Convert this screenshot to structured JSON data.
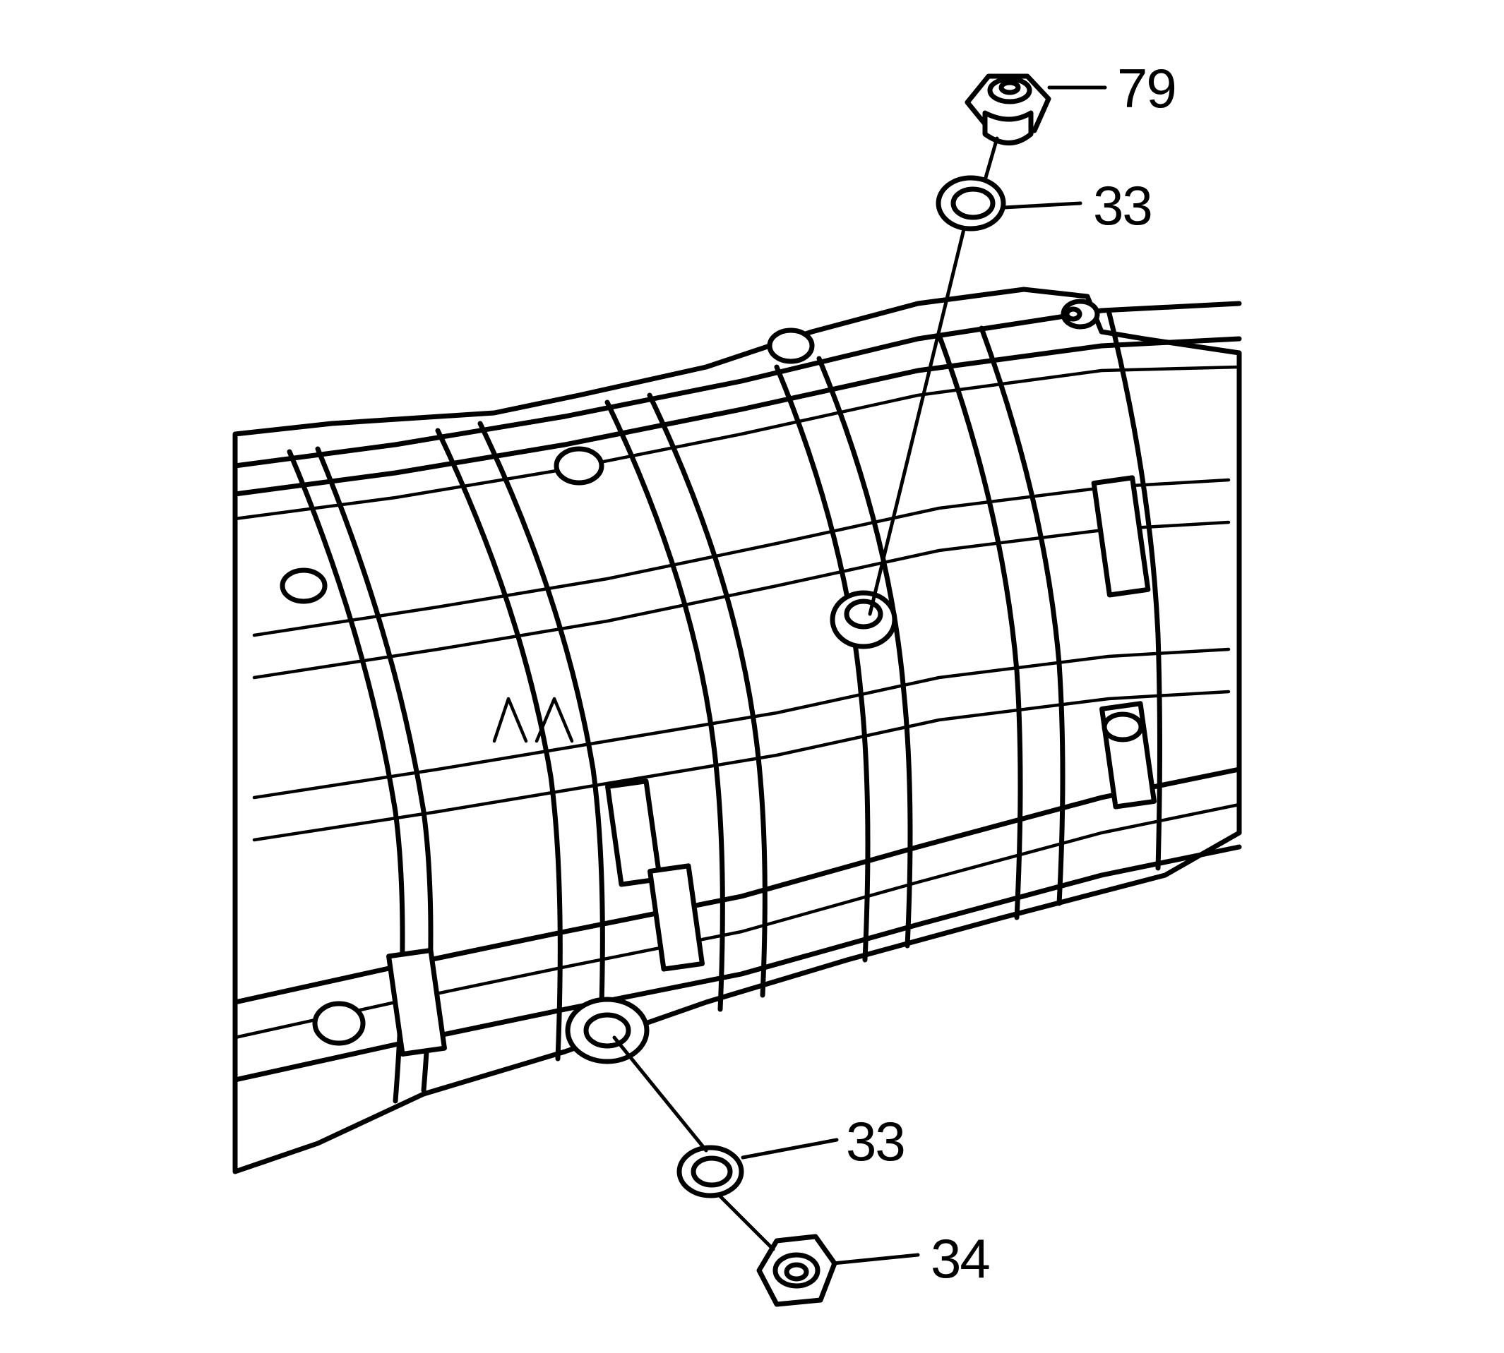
{
  "diagram": {
    "callouts": [
      {
        "label": "79",
        "part": "drain-plug-nut-top"
      },
      {
        "label": "33",
        "part": "seal-washer-top"
      },
      {
        "label": "33",
        "part": "seal-washer-bottom"
      },
      {
        "label": "34",
        "part": "drain-plug-nut-bottom"
      }
    ]
  }
}
